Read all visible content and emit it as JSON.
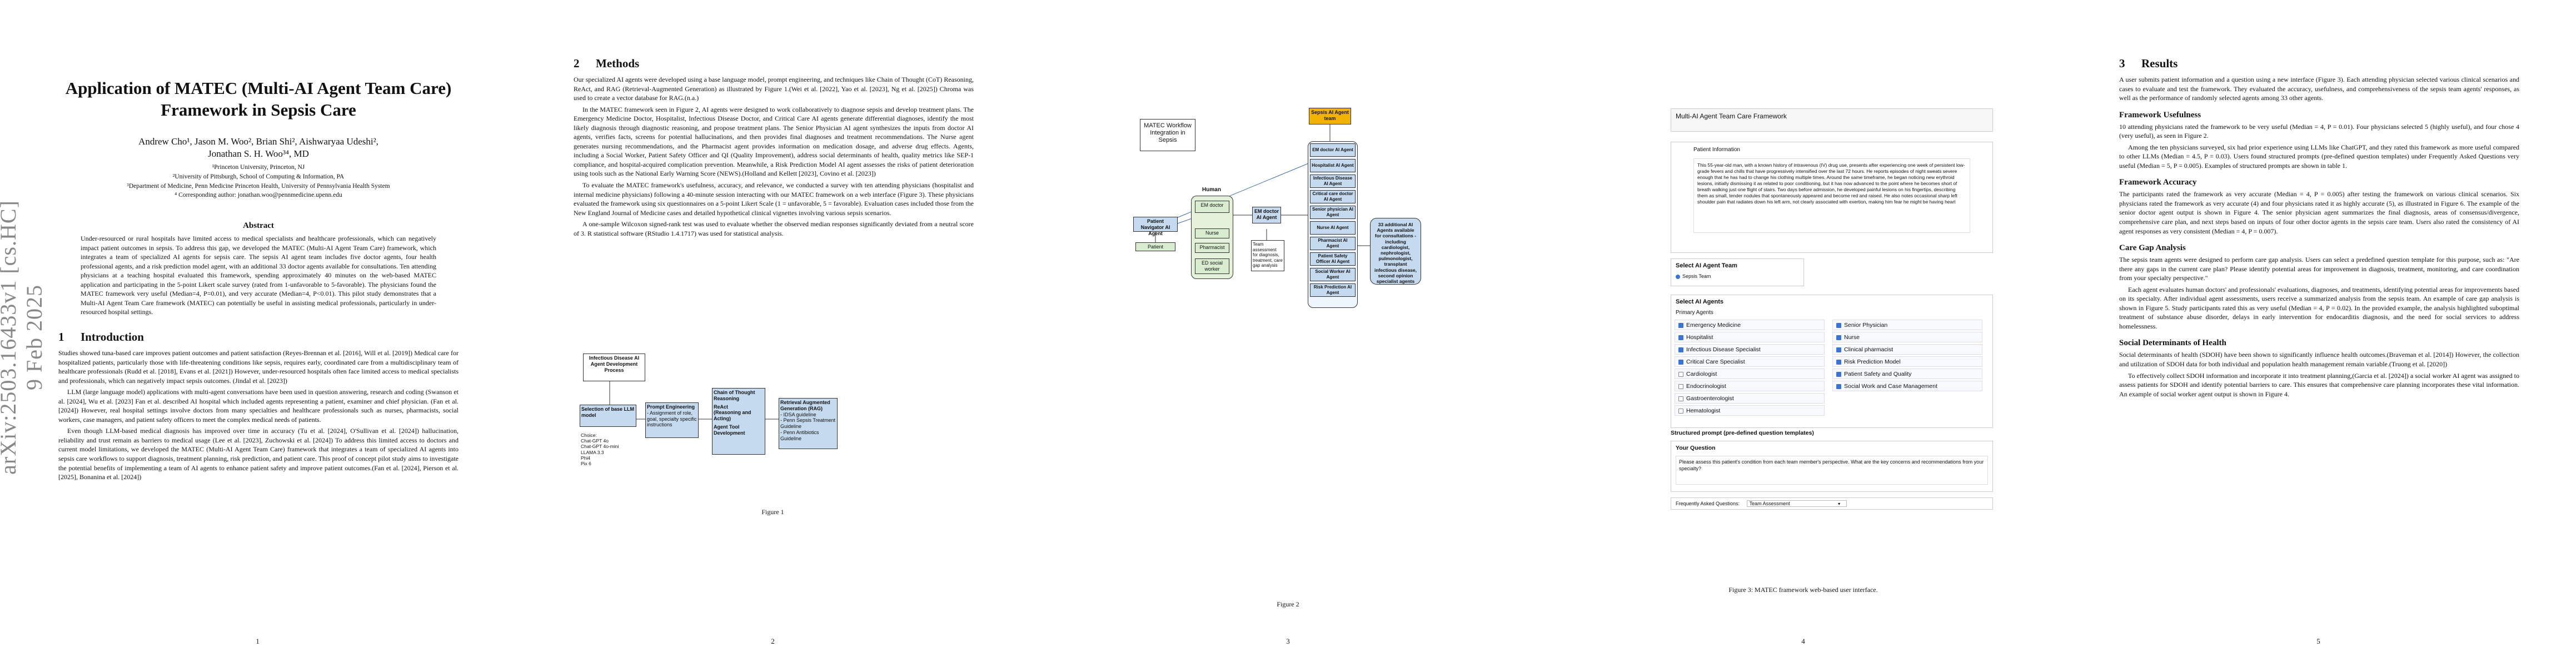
{
  "arxiv_id": "arXiv:2503.16433v1  [cs.HC]  9 Feb 2025",
  "page_numbers": [
    "1",
    "2",
    "3",
    "4",
    "5"
  ],
  "p1": {
    "title": "Application of MATEC (Multi-AI Agent Team Care) Framework in Sepsis Care",
    "authors_line1": "Andrew Cho¹, Jason M. Woo², Brian Shi², Aishwaryaa Udeshi²,",
    "authors_line2": "Jonathan S. H. Woo³⁴, MD",
    "affil1": "¹Princeton University, Princeton, NJ",
    "affil2": "²University of Pittsburgh, School of Computing & Information, PA",
    "affil3": "³Department of Medicine, Penn Medicine Princeton Health, University of Pennsylvania Health System",
    "affil4": "⁴ Corresponding author: jonathan.woo@pennmedicine.upenn.edu",
    "abstract_heading": "Abstract",
    "abstract": "Under-resourced or rural hospitals have limited access to medical specialists and healthcare professionals, which can negatively impact patient outcomes in sepsis. To address this gap, we developed the MATEC (Multi-AI Agent Team Care) framework, which integrates a team of specialized AI agents for sepsis care. The sepsis AI agent team includes five doctor agents, four health professional agents, and a risk prediction model agent, with an additional 33 doctor agents available for consultations. Ten attending physicians at a teaching hospital evaluated this framework, spending approximately 40 minutes on the web-based MATEC application and participating in the 5-point Likert scale survey (rated from 1-unfavorable to 5-favorable). The physicians found the MATEC framework very useful (Median=4, P=0.01), and very accurate (Median=4, P<0.01). This pilot study demonstrates that a Multi-AI Agent Team Care framework (MATEC) can potentially be useful in assisting medical professionals, particularly in under-resourced hospital settings.",
    "intro_num": "1",
    "intro_heading": "Introduction",
    "intro_p1": "Studies showed tuna-based care improves patient outcomes and patient satisfaction (Reyes-Brennan et al. [2016], Will et al. [2019]) Medical care for hospitalized patients, particularly those with life-threatening conditions like sepsis, requires early, coordinated care from a multidisciplinary team of healthcare professionals (Rudd et al. [2018], Evans et al. [2021]) However, under-resourced hospitals often face limited access to medical specialists and professionals, which can negatively impact sepsis outcomes. (Jindal et al. [2023])",
    "intro_p2": "LLM (large language model) applications with multi-agent conversations have been used in question answering, research and coding (Swanson et al. [2024], Wu et al. [2023] Fan et al. described AI hospital which included agents representing a patient, examiner and chief physician. (Fan et al. [2024]) However, real hospital settings involve doctors from many specialties and healthcare professionals such as nurses, pharmacists, social workers, case managers, and patient safety officers to meet the complex medical needs of patients.",
    "intro_p3": "Even though LLM-based medical diagnosis has improved over time in accuracy (Tu et al. [2024], O'Sullivan et al. [2024]) hallucination, reliability and trust remain as barriers to medical usage (Lee et al. [2023], Zuchowski et al. [2024]) To address this limited access to doctors and current model limitations, we developed the MATEC (Multi-AI Agent Team Care) framework that integrates a team of specialized AI agents into sepsis care workflows to support diagnosis, treatment planning, risk prediction, and patient care. This proof of concept pilot study aims to investigate the potential benefits of implementing a team of AI agents to enhance patient safety and improve patient outcomes.(Fan et al. [2024], Pierson et al. [2025], Bonanina et al. [2024])"
  },
  "p2": {
    "methods_num": "2",
    "methods_heading": "Methods",
    "m_p1": "Our specialized AI agents were developed using a base language model, prompt engineering, and techniques like Chain of Thought (CoT) Reasoning, ReAct, and RAG (Retrieval-Augmented Generation) as illustrated by Figure 1.(Wei et al. [2022], Yao et al. [2023], Ng et al. [2025]) Chroma was used to create a vector database for RAG.(n.a.)",
    "m_p2": "In the MATEC framework seen in Figure 2, AI agents were designed to work collaboratively to diagnose sepsis and develop treatment plans. The Emergency Medicine Doctor, Hospitalist, Infectious Disease Doctor, and Critical Care AI agents generate differential diagnoses, identify the most likely diagnosis through diagnostic reasoning, and propose treatment plans. The Senior Physician AI agent synthesizes the inputs from doctor AI agents, verifies facts, screens for potential hallucinations, and then provides final diagnoses and treatment recommendations. The Nurse agent generates nursing recommendations, and the Pharmacist agent provides information on medication dosage, and adverse drug effects. Agents, including a Social Worker, Patient Safety Officer and QI (Quality Improvement), address social determinants of health, quality metrics like SEP-1 compliance, and hospital-acquired complication prevention. Meanwhile, a Risk Prediction Model AI agent assesses the risks of patient deterioration using tools such as the National Early Warning Score (NEWS).(Holland and Kellett [2023], Covino et al. [2023])",
    "m_p3": "To evaluate the MATEC framework's usefulness, accuracy, and relevance, we conducted a survey with ten attending physicians (hospitalist and internal medicine physicians) following a 40-minute session interacting with our MATEC framework on a web interface (Figure 3). These physicians evaluated the framework using six questionnaires on a 5-point Likert Scale (1 = unfavorable, 5 = favorable). Evaluation cases included those from the New England Journal of Medicine cases and detailed hypothetical clinical vignettes involving various sepsis scenarios.",
    "m_p4": "A one-sample Wilcoxon signed-rank test was used to evaluate whether the observed median responses significantly deviated from a neutral score of 3. R statistical software (RStudio 1.4.1717) was used for statistical analysis.",
    "fig1": {
      "id_box": "Infectious Disease AI Agent Development Process",
      "base": "Selection of base LLM model",
      "choices": "Choice:\nChat-GPT 4o\nChat-GPT 4o-mini\nLLAMA 3.3\nPhi4\nPix 6",
      "prompt_title": "Prompt Engineering",
      "prompt_items": "- Assignment of role, goal, specialty specific instructions",
      "cot_title": "Chain of Thought Reasoning",
      "react_title": "ReAct\n(Reasoning and Acting)",
      "agent_title": "Agent Tool Development",
      "rag_title": "Retrieval Augmented Generation (RAG)",
      "rag_items": "- IDSA guideline\n- Penn Sepsis Treatment Guideline\n- Penn Antibiotics Guideline",
      "caption": "Figure 1"
    }
  },
  "p3": {
    "fig2": {
      "title_box": "MATEC Workflow Integration in Sepsis",
      "team_label": "Sepsis AI Agent team",
      "human_label": "Human",
      "em_doctor": "EM doctor",
      "nurse": "Nurse",
      "pharmacist": "Pharmacist",
      "ed_social": "ED social worker",
      "patient_nav": "Patient Navigator AI Agent",
      "patient": "Patient",
      "em_ai": "EM doctor AI Agent",
      "team_assessment": "Team assessment for diagnosis, treatment, care gap analysis",
      "agents": [
        "EM doctor AI Agent",
        "Hospitalist AI Agent",
        "Infectious Disease AI Agent",
        "Critical care doctor AI Agent",
        "Senior physician AI Agent",
        "Nurse AI Agent",
        "Pharmacist AI Agent",
        "Patient Safety Officer AI Agent",
        "Social Worker AI Agent",
        "Risk Prediction AI Agent"
      ],
      "extra": "33 additional AI Agents available for consultations - including cardiologist, nephrologist, pulmonologist, transplant infectious disease, second opinion specialist agents",
      "caption": "Figure 2"
    }
  },
  "p4": {
    "app_title": "Multi-AI Agent Team Care Framework",
    "patient_info_label": "Patient Information",
    "patient_info": "This 55-year-old man, with a known history of intravenous (IV) drug use, presents after experiencing one week of persistent low-grade fevers and chills that have progressively intensified over the last 72 hours. He reports episodes of night sweats severe enough that he has had to change his clothing multiple times. Around the same timeframe, he began noticing new erythroid lesions, initially dismissing it as related to poor conditioning, but it has now advanced to the point where he becomes short of breath walking just one flight of stairs. Two days before admission, he developed painful lesions on his fingertips, describing them as small, tender nodules that spontaneously appeared and become red and raised. He also notes occasional sharp left shoulder pain that radiates down his left arm, not clearly associated with exertion, making him fear he might be having heart",
    "select_team_label": "Select AI Agent Team",
    "team_option": "Sepsis Team",
    "select_agents_label": "Select AI Agents",
    "primary_agents_label": "Primary Agents",
    "agents_left": [
      {
        "label": "Emergency Medicine",
        "checked": true
      },
      {
        "label": "Hospitalist",
        "checked": true
      },
      {
        "label": "Infectious Disease Specialist",
        "checked": true
      },
      {
        "label": "Critical Care Specialist",
        "checked": true
      },
      {
        "label": "Cardiologist",
        "checked": false
      },
      {
        "label": "Endocrinologist",
        "checked": false
      },
      {
        "label": "Gastroenterologist",
        "checked": false
      },
      {
        "label": "Hematologist",
        "checked": false
      }
    ],
    "agents_right": [
      {
        "label": "Senior Physician",
        "checked": true
      },
      {
        "label": "Nurse",
        "checked": true
      },
      {
        "label": "Clinical pharmacist",
        "checked": true
      },
      {
        "label": "Risk Prediction Model",
        "checked": true
      },
      {
        "label": "Patient Safety and Quality",
        "checked": true
      },
      {
        "label": "Social Work and Case Management",
        "checked": true
      }
    ],
    "structured_prompt_label": "Structured prompt (pre-defined question templates)",
    "your_question_label": "Your Question",
    "your_question": "Please assess this patient's condition from each team member's perspective. What are the key concerns and recommendations from your specialty?",
    "faq_label": "Frequently Asked Questions:",
    "faq_value": "Team Assessment",
    "caption": "Figure 3: MATEC framework web-based user interface."
  },
  "p5": {
    "results_num": "3",
    "results_heading": "Results",
    "r_p1": "A user submits patient information and a question using a new interface (Figure 3). Each attending physician selected various clinical scenarios and cases to evaluate and test the framework. They evaluated the accuracy, usefulness, and comprehensiveness of the sepsis team agents' responses, as well as the performance of randomly selected agents among 33 other agents.",
    "h_useful": "Framework Usefulness",
    "r_useful1": "10 attending physicians rated the framework to be very useful (Median = 4, P = 0.01). Four physicians selected 5 (highly useful), and four chose 4 (very useful), as seen in Figure 2.",
    "r_useful2": "Among the ten physicians surveyed, six had prior experience using LLMs like ChatGPT, and they rated this framework as more useful compared to other LLMs (Median = 4.5, P = 0.03). Users found structured prompts (pre-defined question templates) under Frequently Asked Questions very useful (Median = 5, P = 0.005). Examples of structured prompts are shown in table 1.",
    "h_acc": "Framework Accuracy",
    "r_acc": "The participants rated the framework as very accurate (Median = 4, P = 0.005) after testing the framework on various clinical scenarios. Six physicians rated the framework as very accurate (4) and four physicians rated it as highly accurate (5), as illustrated in Figure 6. The example of the senior doctor agent output is shown in Figure 4. The senior physician agent summarizes the final diagnosis, areas of consensus/divergence, comprehensive care plan, and next steps based on inputs of four other doctor agents in the sepsis care team. Users also rated the consistency of AI agent responses as very consistent (Median = 4, P = 0.007).",
    "h_gap": "Care Gap Analysis",
    "r_gap1": "The sepsis team agents were designed to perform care gap analysis. Users can select a predefined question template for this purpose, such as: \"Are there any gaps in the current care plan? Please identify potential areas for improvement in diagnosis, treatment, monitoring, and care coordination from your specialty perspective.\"",
    "r_gap2": "Each agent evaluates human doctors' and professionals' evaluations, diagnoses, and treatments, identifying potential areas for improvements based on its specialty. After individual agent assessments, users receive a summarized analysis from the sepsis team. An example of care gap analysis is shown in Figure 5. Study participants rated this as very useful (Median = 4, P = 0.02). In the provided example, the analysis highlighted suboptimal treatment of substance abuse disorder, delays in early intervention for endocarditis diagnosis, and the need for social services to address homelessness.",
    "h_sdoh": "Social Determinants of Health",
    "r_sdoh1": "Social determinants of health (SDOH) have been shown to significantly influence health outcomes.(Braveman et al. [2014]) However, the collection and utilization of SDOH data for both individual and population health management remain variable.(Truong et al. [2020])",
    "r_sdoh2": "To effectively collect SDOH information and incorporate it into treatment planning,(Garcia et al. [2024]) a social worker AI agent was assigned to assess patients for SDOH and identify potential barriers to care. This ensures that comprehensive care planning incorporates these vital information. An example of social worker agent output is shown in Figure 4."
  }
}
